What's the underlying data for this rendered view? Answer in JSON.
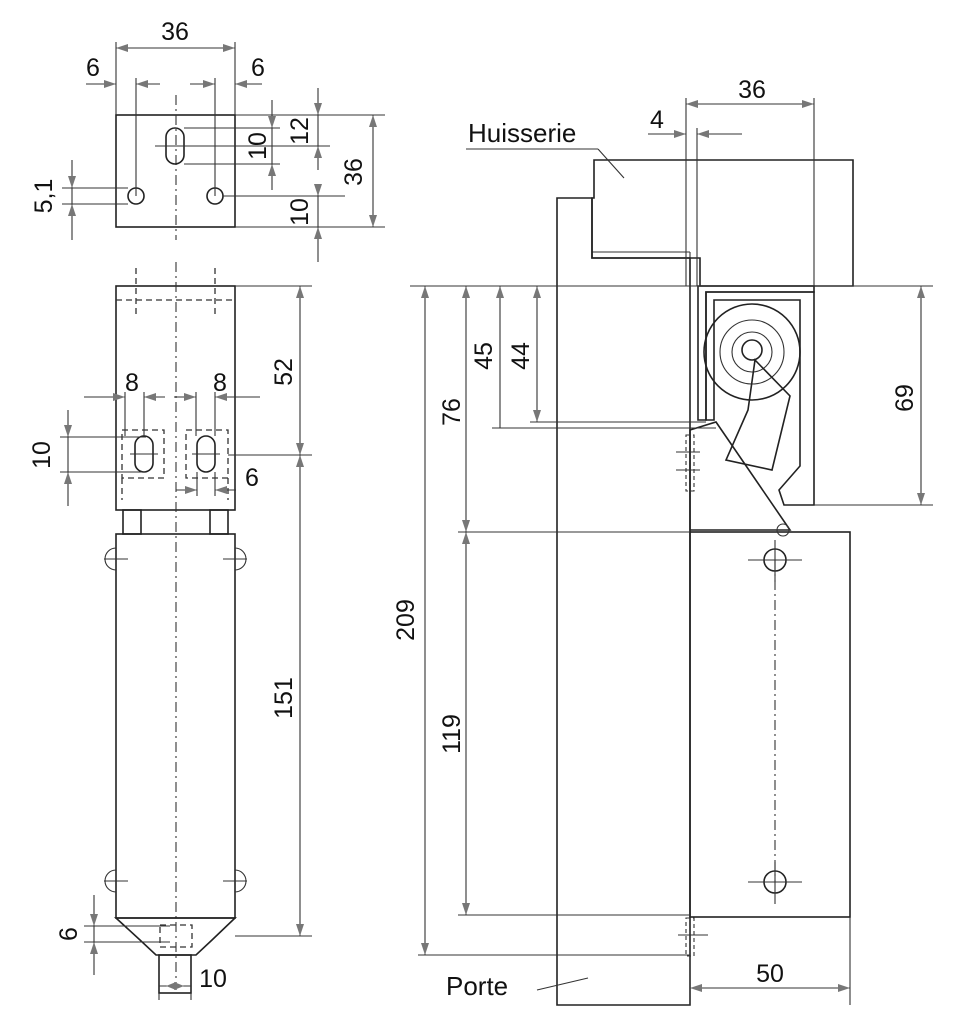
{
  "labels": {
    "huisserie": "Huisserie",
    "porte": "Porte"
  },
  "dims": {
    "top_width": "36",
    "top_left_margin": "6",
    "top_right_margin": "6",
    "top_slot_10": "10",
    "top_12": "12",
    "top_height_36": "36",
    "top_10_lower": "10",
    "top_5_1": "5,1",
    "body_52": "52",
    "body_8_left": "8",
    "body_8_right": "8",
    "body_slot_10": "10",
    "body_6_side": "6",
    "body_151": "151",
    "body_6_bottom": "6",
    "body_10_bottom": "10",
    "right_36": "36",
    "right_4": "4",
    "right_45": "45",
    "right_44": "44",
    "right_76": "76",
    "right_69": "69",
    "right_209": "209",
    "right_119": "119",
    "right_50": "50"
  },
  "colors": {
    "wood": "#ecc596",
    "wood_dark": "#d9ab77",
    "metal": "#ededf0",
    "metal_shade": "#c9cacf",
    "roller": "#8c8c8c"
  }
}
